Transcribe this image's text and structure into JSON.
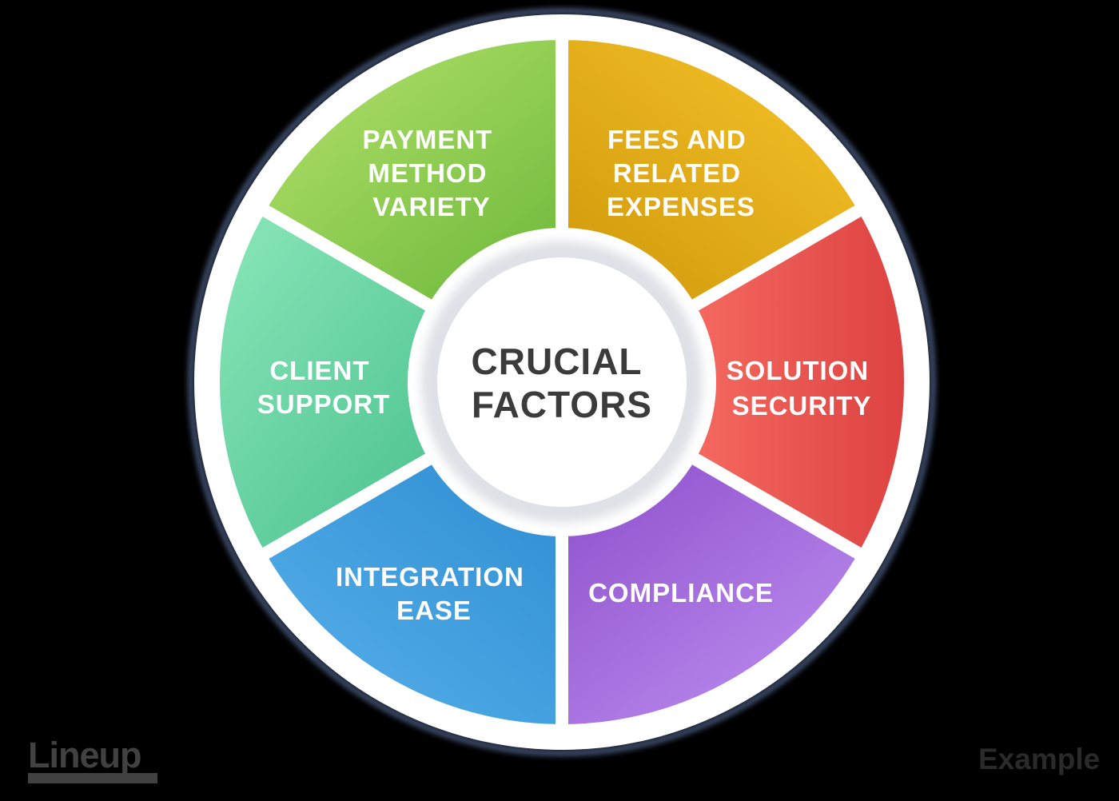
{
  "background_color": "#000000",
  "wheel": {
    "outer_ring_color": "#ffffff",
    "outer_outline_color": "#46597c",
    "label_color": "#ffffff",
    "segments": [
      {
        "id": "payment-method-variety",
        "lines": [
          "PAYMENT",
          "METHOD",
          "VARIETY"
        ],
        "color_light": "#a5d962",
        "color_dark": "#6db83a"
      },
      {
        "id": "fees-and-related-expenses",
        "lines": [
          "FEES AND",
          "RELATED",
          "EXPENSES"
        ],
        "color_light": "#eebb24",
        "color_dark": "#d0980a"
      },
      {
        "id": "solution-security",
        "lines": [
          "SOLUTION",
          "SECURITY"
        ],
        "color_light": "#f3675e",
        "color_dark": "#dc4140"
      },
      {
        "id": "compliance",
        "lines": [
          "COMPLIANCE"
        ],
        "color_light": "#b584ea",
        "color_dark": "#8f51cb"
      },
      {
        "id": "integration-ease",
        "lines": [
          "INTEGRATION",
          "EASE"
        ],
        "color_light": "#4fa9e5",
        "color_dark": "#2f8ed2"
      },
      {
        "id": "client-support",
        "lines": [
          "CLIENT",
          "SUPPORT"
        ],
        "color_light": "#82e2b4",
        "color_dark": "#55c795"
      }
    ]
  },
  "center": {
    "title_lines": [
      "CRUCIAL",
      "FACTORS"
    ],
    "text_color": "#3b3b3b",
    "circle_color": "#ffffff"
  },
  "watermarks": {
    "left_logo_text": "Lineup",
    "left_color": "#414141",
    "right_text": "Example",
    "right_color": "#2a2a2a"
  }
}
